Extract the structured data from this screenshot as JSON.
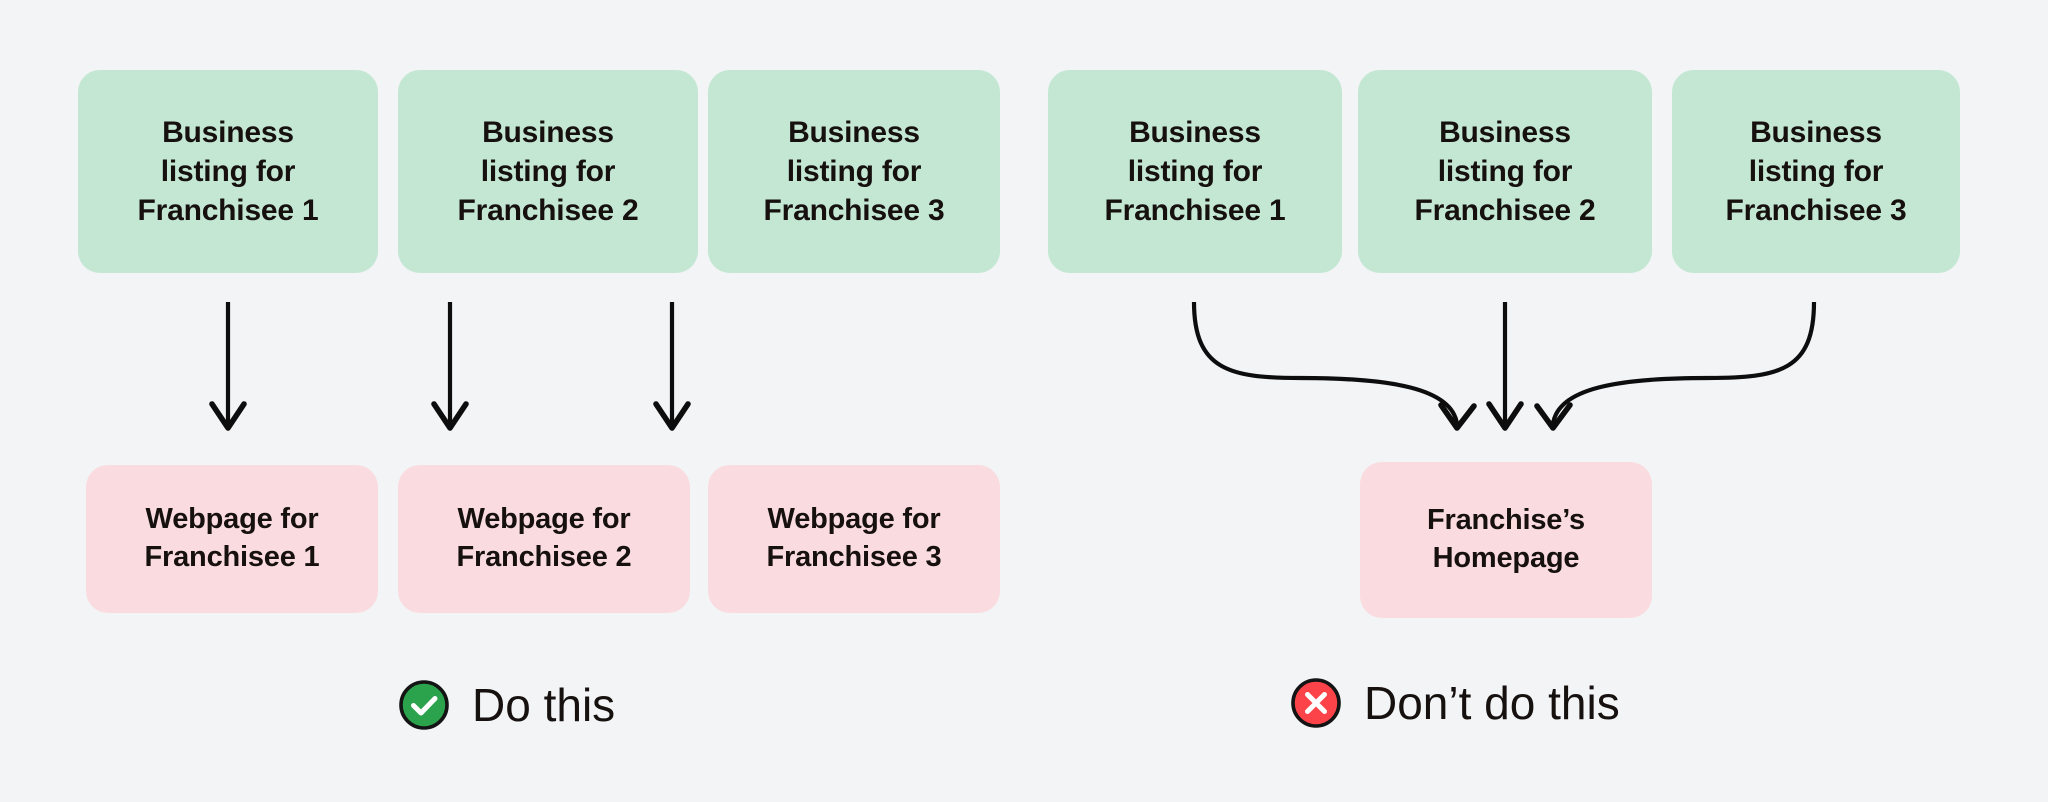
{
  "diagram": {
    "background_color": "#f2f4f6",
    "green_color": "#c3e7d3",
    "pink_color": "#fadce0",
    "arrow_color": "#0d0d0d",
    "good_color": "#2ba24c",
    "bad_color": "#fc4349"
  },
  "good_example": {
    "sources": [
      {
        "label": "Business\nlisting for\nFranchisee 1"
      },
      {
        "label": "Business\nlisting for\nFranchisee 2"
      },
      {
        "label": "Business\nlisting for\nFranchisee 3"
      }
    ],
    "targets": [
      {
        "label": "Webpage for\nFranchisee 1"
      },
      {
        "label": "Webpage for\nFranchisee 2"
      },
      {
        "label": "Webpage for\nFranchisee 3"
      }
    ],
    "caption": "Do this",
    "caption_icon": "check-circle-icon"
  },
  "bad_example": {
    "sources": [
      {
        "label": "Business\nlisting for\nFranchisee 1"
      },
      {
        "label": "Business\nlisting for\nFranchisee 2"
      },
      {
        "label": "Business\nlisting for\nFranchisee 3"
      }
    ],
    "targets": [
      {
        "label": "Franchise’s\nHomepage"
      }
    ],
    "caption": "Don’t do this",
    "caption_icon": "x-circle-icon"
  }
}
